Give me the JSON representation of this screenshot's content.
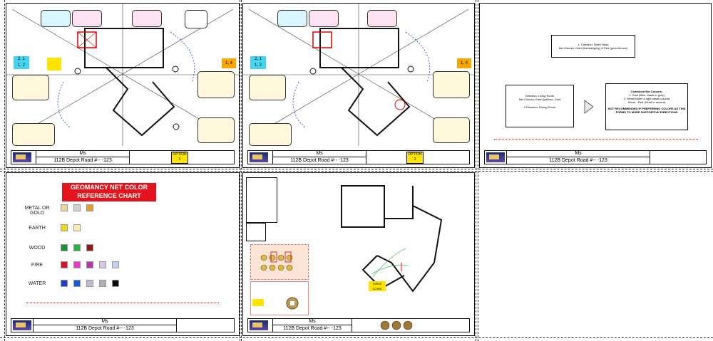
{
  "sheets": [
    {
      "name": "Ms",
      "address": "112B Depot Road #-- -123",
      "option": "OPTION 1"
    },
    {
      "name": "Ms",
      "address": "112B Depot Road #-- -123",
      "option": "OPTION 2"
    },
    {
      "name": "Ms",
      "address": "112B Depot Road #-- -123"
    },
    {
      "name": "Ms",
      "address": "112B Depot Road #-- -123"
    },
    {
      "name": "Ms",
      "address": "112B Depot Road #-- -123"
    }
  ],
  "plan_tags": {
    "sector_a": "2, 1",
    "sector_b": "1, 2",
    "sector_c": "1, 4"
  },
  "net_chart": {
    "title_line1": "GEOMANCY NET COLOR",
    "title_line2": "REFERENCE CHART",
    "rows": [
      {
        "label": "METAL OR GOLD",
        "colors": [
          "#e8d8a0",
          "#d0d0d0",
          "#e89a2a"
        ]
      },
      {
        "label": "EARTH",
        "colors": [
          "#f2d61a",
          "#f7efb0"
        ]
      },
      {
        "label": "WOOD",
        "colors": [
          "#1f8f3a",
          "#2fae4a",
          "#8b1a1a"
        ]
      },
      {
        "label": "FIRE",
        "colors": [
          "#d4142a",
          "#e83ac8",
          "#b43ab0",
          "#d8c8e8",
          "#c8d0f0"
        ]
      },
      {
        "label": "WATER",
        "colors": [
          "#1a3fc8",
          "#1a5ad8",
          "#b8c0cc",
          "#a8b0bc",
          "#0a0a0a"
        ]
      }
    ]
  },
  "combined": {
    "box_top_line1": "1. Direction: North Head",
    "box_top_line2": "Net Colours: Gold (like/darkgrey) & Red (green/brown)",
    "box_left_line1": "Direction: Living Room",
    "box_left_line2": "Net Colours: Earth (yellow), Gold",
    "box_left_line3": "2.Direction: Dining Room",
    "box_right_title": "Combined Net Colours:",
    "box_right_line1": "1. Gold (Blue, black or grey)",
    "box_right_line2": "2. Metal/White or light pastel colours",
    "box_right_line3": "Wood - Red (Head or accent)",
    "box_right_note": "NOT RECOMMENDED IF PREFERRING COLORS AS THIS FORMS TO MORE SUPPORTIVE DIRECTIONS"
  },
  "coin_label": "THREE COINS",
  "colors": {
    "accent_red": "#e4141c",
    "highlight_yellow": "#ffe400",
    "dash": "#333333"
  }
}
